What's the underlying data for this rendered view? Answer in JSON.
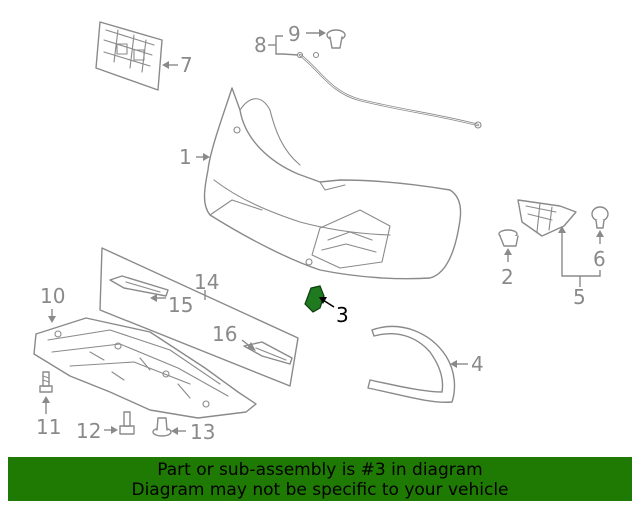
{
  "callouts": {
    "c1": "1",
    "c2": "2",
    "c3": "3",
    "c4": "4",
    "c5": "5",
    "c6": "6",
    "c7": "7",
    "c8": "8",
    "c9": "9",
    "c10": "10",
    "c11": "11",
    "c12": "12",
    "c13": "13",
    "c14": "14",
    "c15": "15",
    "c16": "16"
  },
  "highlighted_part": "3",
  "colors": {
    "highlight": "#1f7a1f",
    "banner": "#1f7a04",
    "line": "#8a8a8a"
  },
  "banner": {
    "line1": "Part or sub-assembly is #3 in diagram",
    "line2": "Diagram may not be specific to your vehicle"
  }
}
